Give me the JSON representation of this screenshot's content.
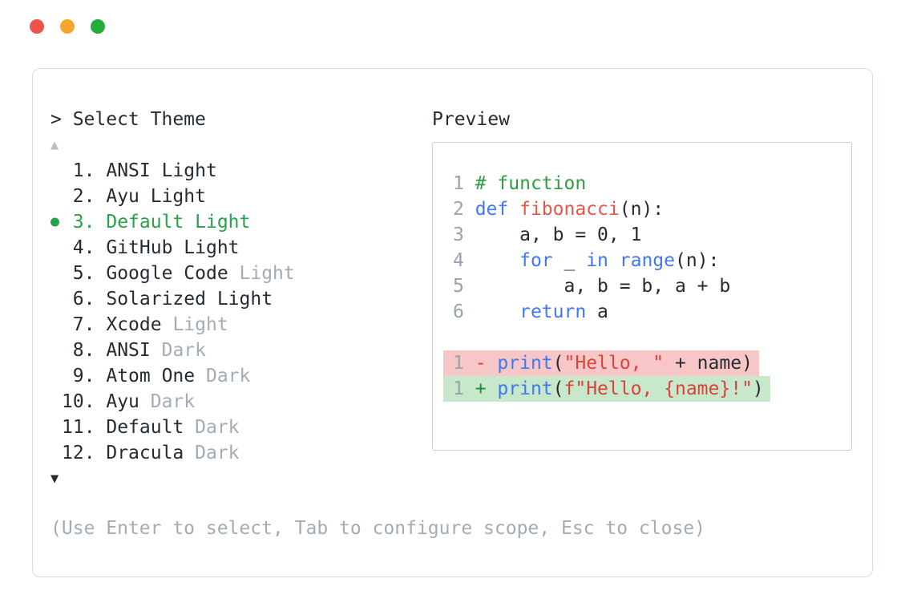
{
  "window": {
    "controls": [
      {
        "name": "close",
        "color": "#ee5449"
      },
      {
        "name": "minimize",
        "color": "#f5a72d"
      },
      {
        "name": "zoom",
        "color": "#22ac38"
      }
    ]
  },
  "colors": {
    "text_dark": "#262b33",
    "text_muted": "#a4abb6",
    "selected_green": "#2aa04a",
    "panel_border": "#d8dde4",
    "preview_border": "#c9cfd8",
    "line_number": "#9aa2ad",
    "code_keyword_blue": "#4078f2",
    "code_function_red": "#e45649",
    "code_string_red": "#dd4238",
    "code_comment_green": "#2e9f40",
    "diff_plus_green": "#1d8a3c",
    "diff_removed_bg": "#f7c7c7",
    "diff_added_bg": "#c8e8cb",
    "scroll_up_gray": "#b8bfc9"
  },
  "theme_picker": {
    "prompt": "> Select Theme",
    "scroll_up_indicator": "▲",
    "scroll_down_indicator": "▼",
    "items": [
      {
        "number": "1.",
        "name": "ANSI Light",
        "suffix": "",
        "suffix_muted": false,
        "selected": false
      },
      {
        "number": "2.",
        "name": "Ayu Light",
        "suffix": "",
        "suffix_muted": false,
        "selected": false
      },
      {
        "number": "3.",
        "name": "Default Light",
        "suffix": "",
        "suffix_muted": false,
        "selected": true
      },
      {
        "number": "4.",
        "name": "GitHub Light",
        "suffix": "",
        "suffix_muted": false,
        "selected": false
      },
      {
        "number": "5.",
        "name": "Google Code",
        "suffix": "Light",
        "suffix_muted": true,
        "selected": false
      },
      {
        "number": "6.",
        "name": "Solarized Light",
        "suffix": "",
        "suffix_muted": false,
        "selected": false
      },
      {
        "number": "7.",
        "name": "Xcode",
        "suffix": "Light",
        "suffix_muted": true,
        "selected": false
      },
      {
        "number": "8.",
        "name": "ANSI",
        "suffix": "Dark",
        "suffix_muted": true,
        "selected": false
      },
      {
        "number": "9.",
        "name": "Atom One",
        "suffix": "Dark",
        "suffix_muted": true,
        "selected": false
      },
      {
        "number": "10.",
        "name": "Ayu",
        "suffix": "Dark",
        "suffix_muted": true,
        "selected": false
      },
      {
        "number": "11.",
        "name": "Default",
        "suffix": "Dark",
        "suffix_muted": true,
        "selected": false
      },
      {
        "number": "12.",
        "name": "Dracula",
        "suffix": "Dark",
        "suffix_muted": true,
        "selected": false
      }
    ],
    "hint": "(Use Enter to select, Tab to configure scope, Esc to close)"
  },
  "preview": {
    "title": "Preview",
    "code_lines": [
      {
        "ln": "1",
        "diff": null,
        "tokens": [
          {
            "t": "# function",
            "c": "com"
          }
        ]
      },
      {
        "ln": "2",
        "diff": null,
        "tokens": [
          {
            "t": "def ",
            "c": "kw"
          },
          {
            "t": "fibonacci",
            "c": "fn"
          },
          {
            "t": "(n):",
            "c": "pl"
          }
        ]
      },
      {
        "ln": "3",
        "diff": null,
        "tokens": [
          {
            "t": "    a, b = 0, 1",
            "c": "pl"
          }
        ]
      },
      {
        "ln": "4",
        "diff": null,
        "tokens": [
          {
            "t": "    ",
            "c": "pl"
          },
          {
            "t": "for",
            "c": "kw"
          },
          {
            "t": " _ ",
            "c": "pl"
          },
          {
            "t": "in",
            "c": "kw"
          },
          {
            "t": " ",
            "c": "pl"
          },
          {
            "t": "range",
            "c": "kw"
          },
          {
            "t": "(n):",
            "c": "pl"
          }
        ]
      },
      {
        "ln": "5",
        "diff": null,
        "tokens": [
          {
            "t": "        a, b = b, a + b",
            "c": "pl"
          }
        ]
      },
      {
        "ln": "6",
        "diff": null,
        "tokens": [
          {
            "t": "    ",
            "c": "pl"
          },
          {
            "t": "return",
            "c": "kw"
          },
          {
            "t": " a",
            "c": "pl"
          }
        ]
      },
      {
        "ln": "",
        "diff": null,
        "tokens": []
      },
      {
        "ln": "1",
        "diff": "removed",
        "tokens": [
          {
            "t": "- ",
            "c": "minus"
          },
          {
            "t": "print",
            "c": "kw"
          },
          {
            "t": "(",
            "c": "pl"
          },
          {
            "t": "\"Hello, \"",
            "c": "str"
          },
          {
            "t": " + name",
            "c": "pl"
          },
          {
            "t": ")",
            "c": "pl"
          }
        ]
      },
      {
        "ln": "1",
        "diff": "added",
        "tokens": [
          {
            "t": "+ ",
            "c": "plus"
          },
          {
            "t": "print",
            "c": "kw"
          },
          {
            "t": "(",
            "c": "pl"
          },
          {
            "t": "f\"Hello, {name}!\"",
            "c": "str"
          },
          {
            "t": ")",
            "c": "pl"
          }
        ]
      }
    ]
  }
}
